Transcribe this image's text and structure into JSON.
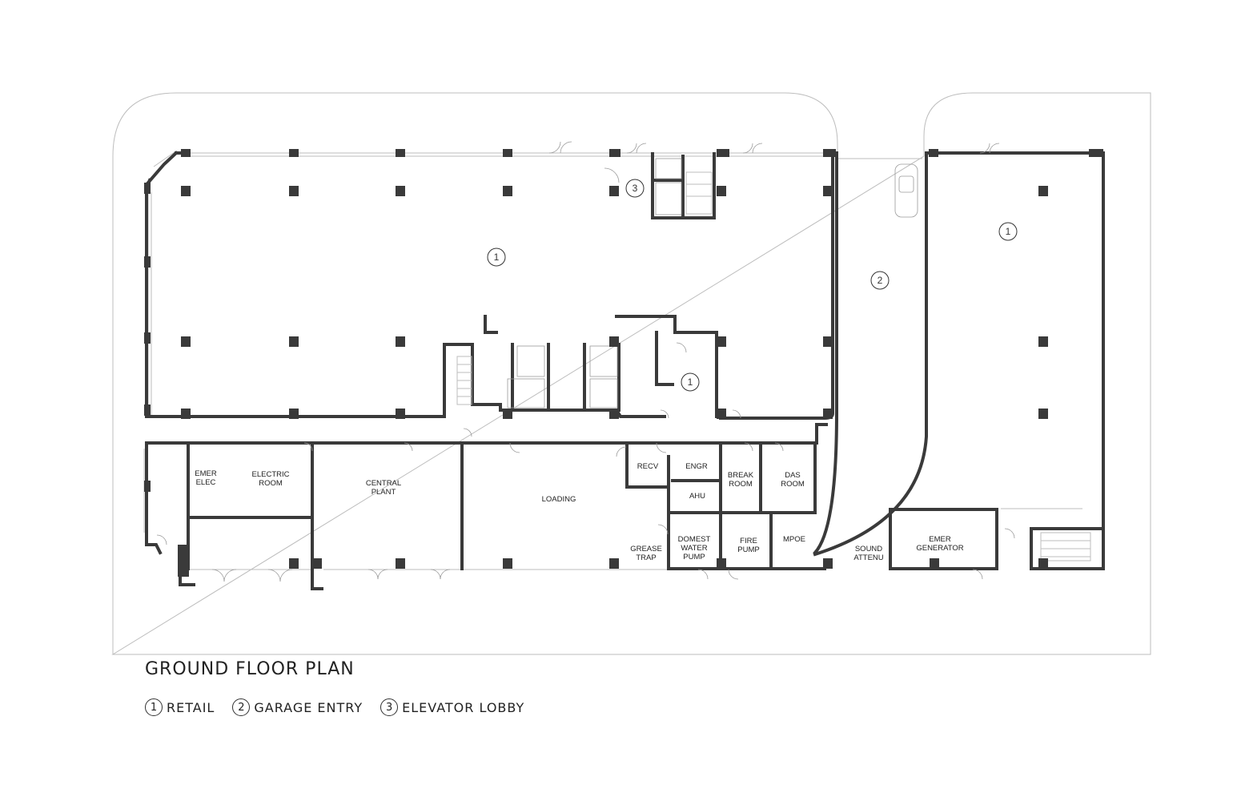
{
  "title": "GROUND FLOOR PLAN",
  "legend": [
    {
      "num": "1",
      "label": "RETAIL"
    },
    {
      "num": "2",
      "label": "GARAGE ENTRY"
    },
    {
      "num": "3",
      "label": "ELEVATOR LOBBY"
    }
  ],
  "tags": {
    "elevator_lobby": "3",
    "retail_main": "1",
    "retail_core": "1",
    "garage": "2",
    "retail_east": "1"
  },
  "rooms": {
    "emer_elec": [
      "EMER",
      "ELEC"
    ],
    "electric_room": [
      "ELECTRIC",
      "ROOM"
    ],
    "central_plant": [
      "CENTRAL",
      "PLANT"
    ],
    "loading": [
      "LOADING"
    ],
    "recv": [
      "RECV"
    ],
    "engr": [
      "ENGR"
    ],
    "ahu": [
      "AHU"
    ],
    "break_room": [
      "BREAK",
      "ROOM"
    ],
    "das_room": [
      "DAS",
      "ROOM"
    ],
    "grease_trap": [
      "GREASE",
      "TRAP"
    ],
    "domest_water_pump": [
      "DOMEST",
      "WATER",
      "PUMP"
    ],
    "fire_pump": [
      "FIRE",
      "PUMP"
    ],
    "mpoe": [
      "MPOE"
    ],
    "sound_attenu": [
      "SOUND",
      "ATTENU"
    ],
    "emer_generator": [
      "EMER",
      "GENERATOR"
    ]
  }
}
